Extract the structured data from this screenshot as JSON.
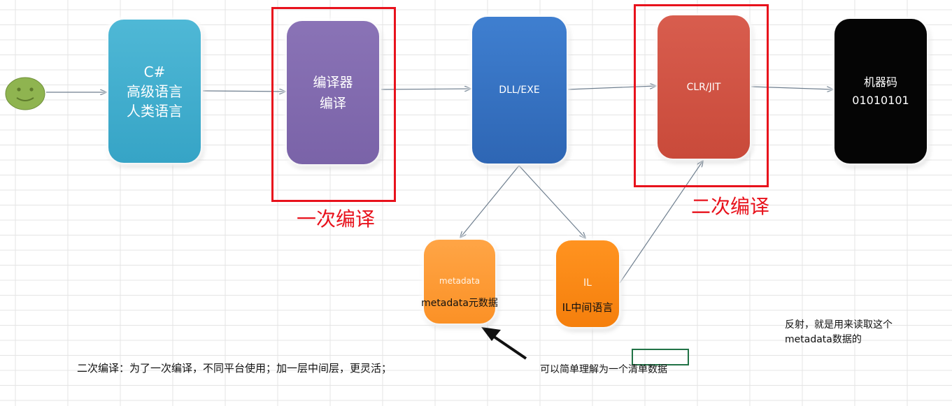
{
  "nodes": {
    "csharp": {
      "line1": "C#",
      "line2": "高级语言",
      "line3": "人类语言"
    },
    "compiler": {
      "line1": "编译器",
      "line2": "编译"
    },
    "dll": {
      "label": "DLL/EXE"
    },
    "clr": {
      "label": "CLR/JIT"
    },
    "machine": {
      "line1": "机器码",
      "line2": "01010101"
    },
    "metadata": {
      "title": "metadata",
      "caption": "metadata元数据"
    },
    "il": {
      "title": "IL",
      "caption": "IL中间语言"
    }
  },
  "labels": {
    "first_compile": "一次编译",
    "second_compile": "二次编译"
  },
  "notes": {
    "second_compile_desc": "二次编译：为了一次编译，不同平台使用；加一层中间层，更灵活；",
    "metadata_desc": "可以简单理解为一个清单数据",
    "reflection_line1": "反射，就是用来读取这个",
    "reflection_line2": "metadata数据的"
  },
  "colors": {
    "csharp": "#3aa8c9",
    "compiler": "#7d67ab",
    "dll": "#3572c2",
    "clr": "#cf5344",
    "machine": "#050505",
    "metadata": "#fd9b36",
    "il": "#f98916",
    "highlight": "#e8121c",
    "smiley": "#8fb450"
  }
}
